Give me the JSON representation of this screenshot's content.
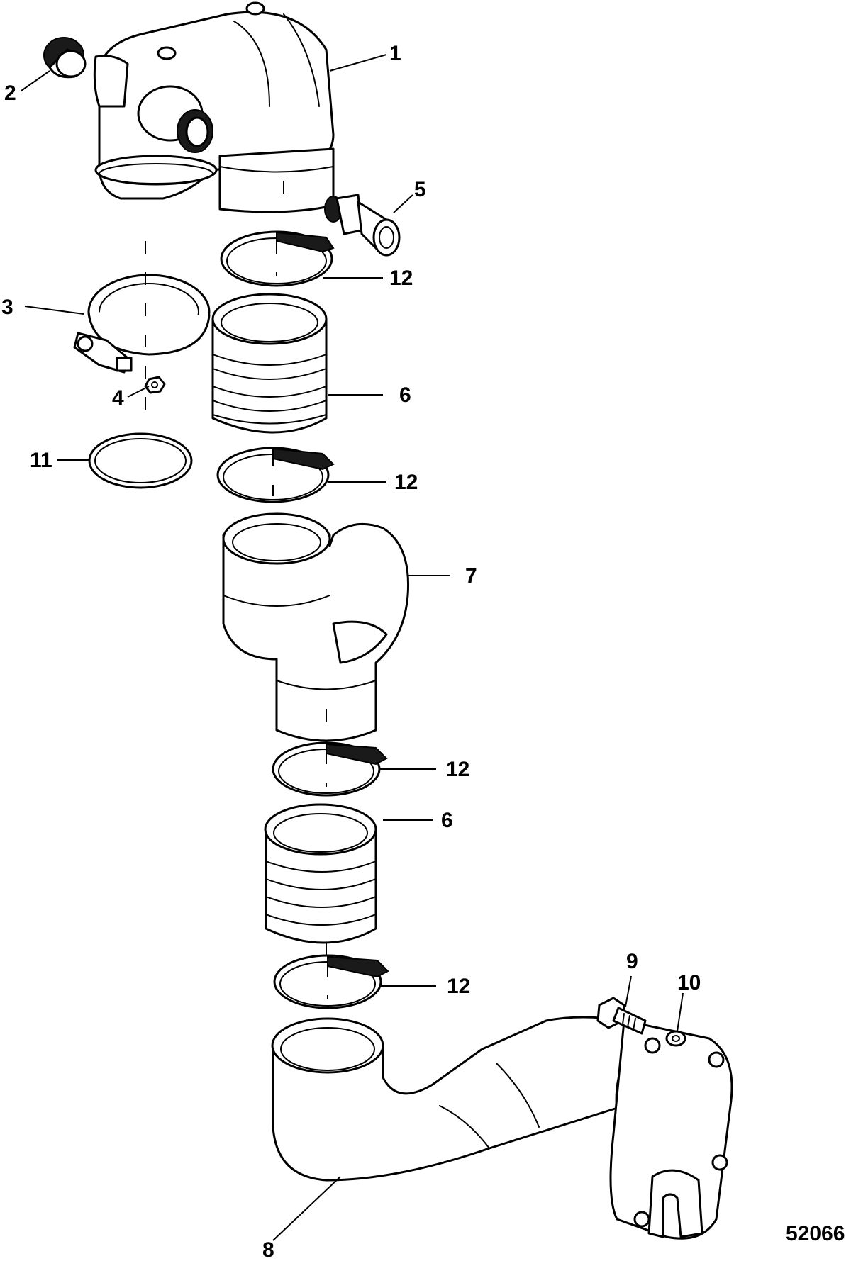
{
  "callouts": [
    {
      "key": "c1",
      "text": "1"
    },
    {
      "key": "c2",
      "text": "2"
    },
    {
      "key": "c3",
      "text": "3"
    },
    {
      "key": "c4",
      "text": "4"
    },
    {
      "key": "c5",
      "text": "5"
    },
    {
      "key": "c12a",
      "text": "12"
    },
    {
      "key": "c6a",
      "text": "6"
    },
    {
      "key": "c11",
      "text": "11"
    },
    {
      "key": "c12b",
      "text": "12"
    },
    {
      "key": "c7",
      "text": "7"
    },
    {
      "key": "c12c",
      "text": "12"
    },
    {
      "key": "c6b",
      "text": "6"
    },
    {
      "key": "c12d",
      "text": "12"
    },
    {
      "key": "c9",
      "text": "9"
    },
    {
      "key": "c10",
      "text": "10"
    },
    {
      "key": "c8",
      "text": "8"
    }
  ],
  "figure_id": "52066",
  "colors": {
    "line": "#000000",
    "background": "#ffffff"
  }
}
